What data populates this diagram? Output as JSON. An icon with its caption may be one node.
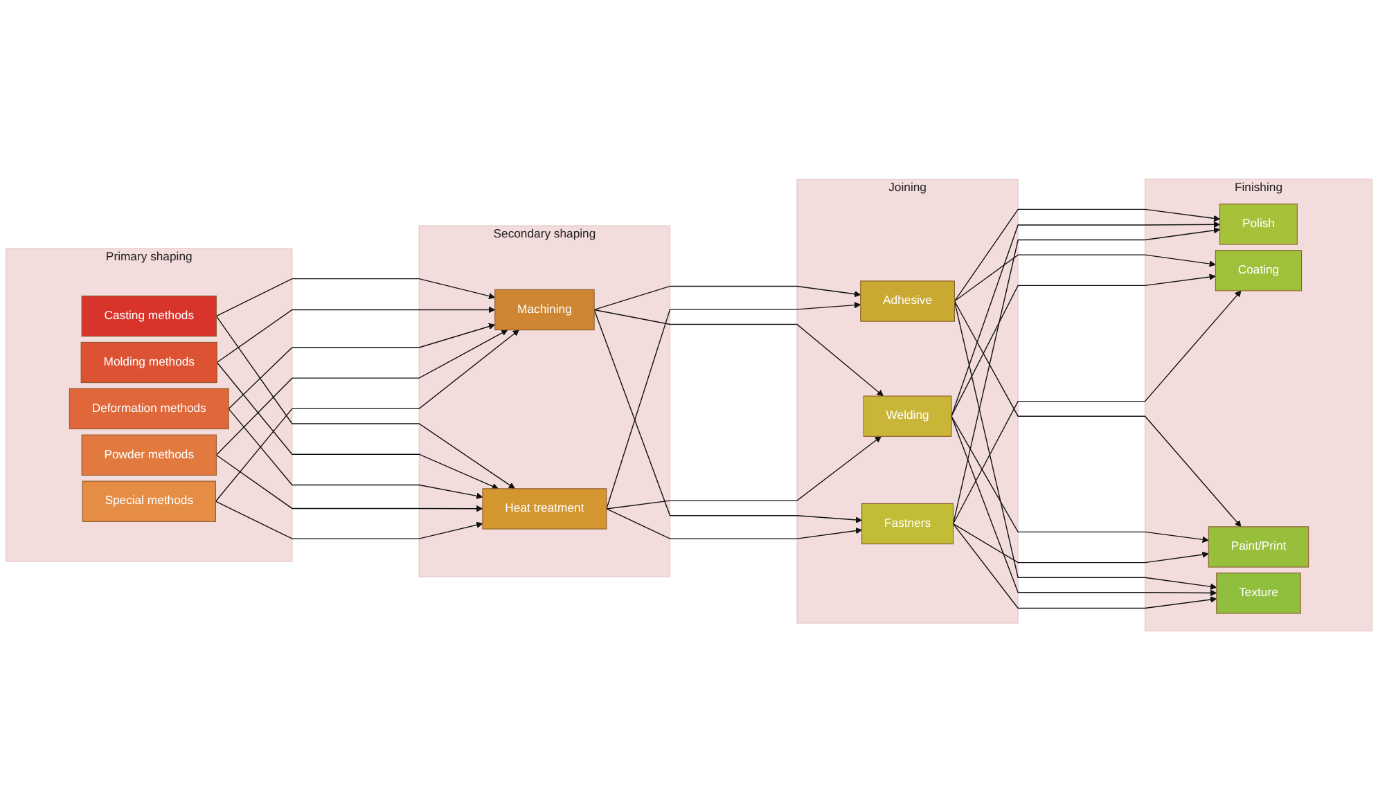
{
  "diagram": {
    "nodes": [
      {
        "text": [
          "Primary shaping"
        ]
      },
      {
        "text": [
          "Casting methods"
        ],
        "in": 0
      },
      {
        "text": [
          "Molding methods"
        ],
        "in": 0
      },
      {
        "text": [
          "Deformation methods"
        ],
        "in": 0
      },
      {
        "text": [
          "Powder methods"
        ],
        "in": 0
      },
      {
        "text": [
          "Special methods"
        ],
        "in": 0
      },
      {
        "text": [
          "Secondary shaping"
        ]
      },
      {
        "text": [
          "Machining"
        ],
        "in": 6
      },
      {
        "text": [
          "Heat treatment"
        ],
        "in": 6
      },
      {
        "text": [
          "Joining"
        ]
      },
      {
        "text": [
          "Adhesive"
        ],
        "in": 9
      },
      {
        "text": [
          "Welding"
        ],
        "in": 9
      },
      {
        "text": [
          "Fastners"
        ],
        "in": 9
      },
      {
        "text": [
          "Finishing"
        ]
      },
      {
        "text": [
          "Polish"
        ],
        "in": 13
      },
      {
        "text": [
          "Coating"
        ],
        "in": 13
      },
      {
        "text": [
          "Paint/Print"
        ],
        "in": 13
      },
      {
        "text": [
          "Texture"
        ],
        "in": 13
      }
    ],
    "edges": [
      {
        "from": 1,
        "to": 7,
        "arrow": "to"
      },
      {
        "from": 1,
        "to": 8,
        "arrow": "to"
      },
      {
        "from": 2,
        "to": 7,
        "arrow": "to"
      },
      {
        "from": 2,
        "to": 8,
        "arrow": "to"
      },
      {
        "from": 3,
        "to": 7,
        "arrow": "to"
      },
      {
        "from": 3,
        "to": 8,
        "arrow": "to"
      },
      {
        "from": 4,
        "to": 7,
        "arrow": "to"
      },
      {
        "from": 4,
        "to": 8,
        "arrow": "to"
      },
      {
        "from": 5,
        "to": 7,
        "arrow": "to"
      },
      {
        "from": 5,
        "to": 8,
        "arrow": "to"
      },
      {
        "from": 7,
        "to": 10,
        "arrow": "to"
      },
      {
        "from": 7,
        "to": 11,
        "arrow": "to"
      },
      {
        "from": 7,
        "to": 12,
        "arrow": "to"
      },
      {
        "from": 8,
        "to": 10,
        "arrow": "to"
      },
      {
        "from": 8,
        "to": 11,
        "arrow": "to"
      },
      {
        "from": 8,
        "to": 12,
        "arrow": "to"
      },
      {
        "from": 10,
        "to": 14,
        "arrow": "to"
      },
      {
        "from": 10,
        "to": 15,
        "arrow": "to"
      },
      {
        "from": 10,
        "to": 16,
        "arrow": "to"
      },
      {
        "from": 10,
        "to": 17,
        "arrow": "to"
      },
      {
        "from": 11,
        "to": 14,
        "arrow": "to"
      },
      {
        "from": 11,
        "to": 15,
        "arrow": "to"
      },
      {
        "from": 11,
        "to": 16,
        "arrow": "to"
      },
      {
        "from": 11,
        "to": 17,
        "arrow": "to"
      },
      {
        "from": 12,
        "to": 14,
        "arrow": "to"
      },
      {
        "from": 12,
        "to": 15,
        "arrow": "to"
      },
      {
        "from": 12,
        "to": 16,
        "arrow": "to"
      },
      {
        "from": 12,
        "to": 17,
        "arrow": "to"
      }
    ]
  }
}
